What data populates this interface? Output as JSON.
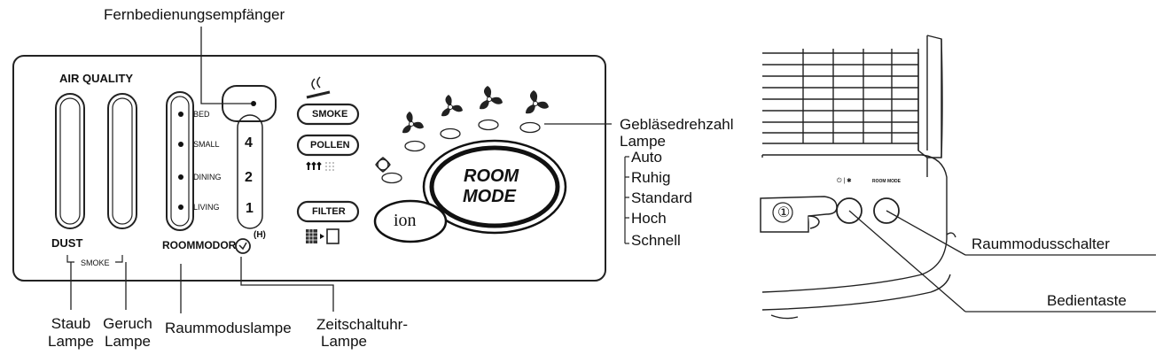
{
  "labels": {
    "remote_receiver": "Fernbedienungsempfänger",
    "fan_speed_lamp_line1": "Gebläsedrehzahl",
    "fan_speed_lamp_line2": "Lampe",
    "fan_modes": [
      "Auto",
      "Ruhig",
      "Standard",
      "Hoch",
      "Schnell"
    ],
    "dust_lamp_line1": "Staub",
    "dust_lamp_line2": "Lampe",
    "odor_lamp_line1": "Geruch",
    "odor_lamp_line2": "Lampe",
    "room_mode_lamp": "Raummoduslampe",
    "timer_lamp_line1": "Zeitschaltuhr-",
    "timer_lamp_line2": "Lampe",
    "room_mode_switch": "Raummodusschalter",
    "control_button": "Bedientaste"
  },
  "panel": {
    "air_quality": "AIR QUALITY",
    "dust": "DUST",
    "smoke": "SMOKE",
    "roommodor": "ROOMMODOR",
    "timer_h": "(H)",
    "rooms": [
      "BED",
      "SMALL",
      "DINING",
      "LIVING"
    ],
    "timer_values": [
      "4",
      "2",
      "1"
    ],
    "smoke_button": "SMOKE",
    "pollen_button": "POLLEN",
    "filter_button": "FILTER",
    "room_mode_line1": "ROOM",
    "room_mode_line2": "MODE",
    "ion": "ion"
  },
  "device": {
    "button_number": "①",
    "power_label": "⏻ | ✱",
    "room_mode_small": "ROOM MODE"
  }
}
